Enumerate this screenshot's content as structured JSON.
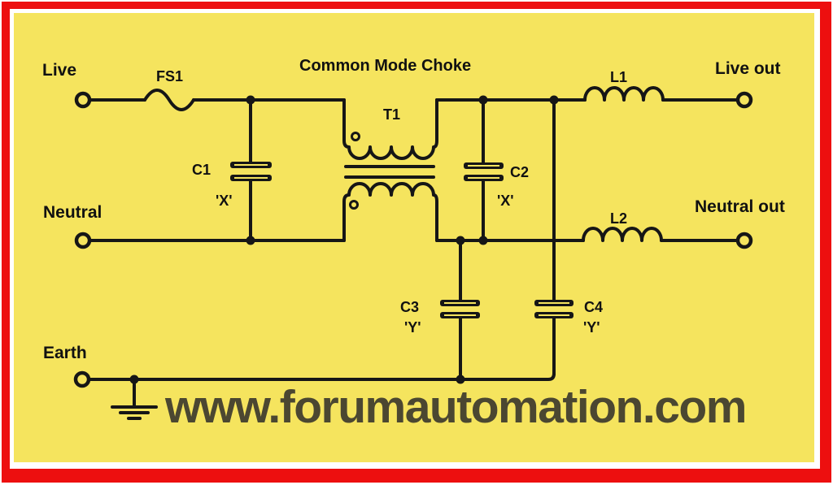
{
  "diagram": {
    "title": "Common Mode Choke",
    "watermark": "www.forumautomation.com",
    "terminals": {
      "live": "Live",
      "neutral": "Neutral",
      "earth": "Earth",
      "live_out": "Live out",
      "neutral_out": "Neutral out"
    },
    "components": {
      "fuse": {
        "ref": "FS1"
      },
      "choke": {
        "ref": "T1"
      },
      "c1": {
        "ref": "C1",
        "class": "'X'"
      },
      "c2": {
        "ref": "C2",
        "class": "'X'"
      },
      "c3": {
        "ref": "C3",
        "class": "'Y'"
      },
      "c4": {
        "ref": "C4",
        "class": "'Y'"
      },
      "l1": {
        "ref": "L1"
      },
      "l2": {
        "ref": "L2"
      }
    },
    "colors": {
      "panel_background": "#F5E45E",
      "border_red": "#ED0F0F",
      "line": "#161616",
      "watermark_text": "#4B4731",
      "gap_white": "#FFFFFF"
    }
  }
}
